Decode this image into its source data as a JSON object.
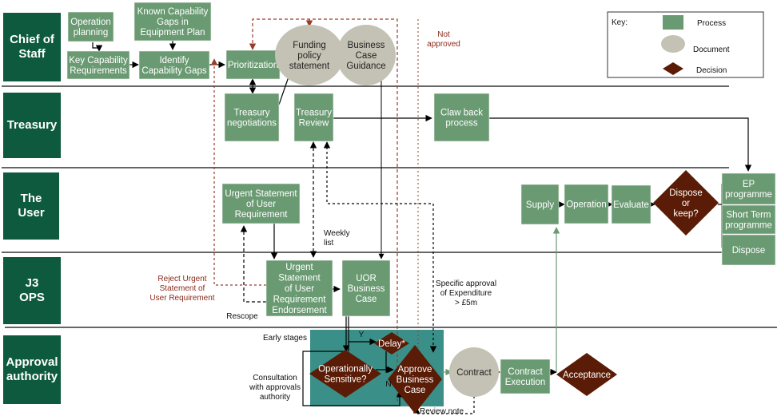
{
  "colors": {
    "lane": "#0e5a3e",
    "process": "#6a9a72",
    "document": "#c4c2b4",
    "decision": "#5a1c06",
    "approval_box": "#3a9088",
    "reject_line": "#9a3a28",
    "green_line": "#6a9a72"
  },
  "lanes": [
    {
      "id": "chief",
      "label": [
        "Chief of",
        "Staff"
      ]
    },
    {
      "id": "treasury",
      "label": [
        "Treasury"
      ]
    },
    {
      "id": "user",
      "label": [
        "The",
        "User"
      ]
    },
    {
      "id": "j3",
      "label": [
        "J3",
        "OPS"
      ]
    },
    {
      "id": "approval",
      "label": [
        "Approval",
        "authority"
      ]
    }
  ],
  "processes": {
    "operation_planning": [
      "Operation",
      "planning"
    ],
    "known_gaps": [
      "Known Capability",
      "Gaps in",
      "Equipment Plan"
    ],
    "key_capability": [
      "Key Capability",
      "Requirements"
    ],
    "identify_gaps": [
      "Identify",
      "Capability Gaps"
    ],
    "prioritization": [
      "Prioritization"
    ],
    "treasury_negotiations": [
      "Treasury",
      "negotiations"
    ],
    "treasury_review": [
      "Treasury",
      "Review"
    ],
    "claw_back": [
      "Claw back",
      "process"
    ],
    "urgent_statement": [
      "Urgent Statement",
      "of User",
      "Requirement"
    ],
    "endorsement": [
      "Urgent",
      "Statement",
      "of User",
      "Requirement",
      "Endorsement"
    ],
    "uor_business_case": [
      "UOR",
      "Business",
      "Case"
    ],
    "supply": [
      "Supply"
    ],
    "operation": [
      "Operation"
    ],
    "evaluate": [
      "Evaluate"
    ],
    "ep_programme": [
      "EP",
      "programme"
    ],
    "short_term": [
      "Short Term",
      "programme"
    ],
    "dispose": [
      "Dispose"
    ],
    "contract_execution": [
      "Contract",
      "Execution"
    ]
  },
  "documents": {
    "funding_policy": [
      "Funding",
      "policy",
      "statement"
    ],
    "business_case_guidance": [
      "Business",
      "Case",
      "Guidance"
    ],
    "contract": [
      "Contract"
    ]
  },
  "decisions": {
    "dispose_or_keep": [
      "Dispose",
      "or",
      "keep?"
    ],
    "delay": [
      "Delay*"
    ],
    "operationally_sensitive": [
      "Operationally",
      "Sensitive?"
    ],
    "approve_business_case": [
      "Approve",
      "Business",
      "Case"
    ],
    "acceptance": [
      "Acceptance"
    ]
  },
  "notes": {
    "not_approved": [
      "Not",
      "approved"
    ],
    "reject": [
      "Reject Urgent",
      "Statement of",
      "User Requirement"
    ],
    "rescope": [
      "Rescope"
    ],
    "weekly_list": [
      "Weekly",
      "list"
    ],
    "specific_approval": [
      "Specific approval",
      "of Expenditure",
      "> £5m"
    ],
    "early_stages": [
      "Early stages"
    ],
    "consultation": [
      "Consultation",
      "with approvals",
      "authority"
    ],
    "review_note": [
      "Review note"
    ],
    "yes": [
      "Y"
    ],
    "no": [
      "N"
    ]
  },
  "key": {
    "title": "Key:",
    "process": "Process",
    "document": "Document",
    "decision": "Decision"
  }
}
